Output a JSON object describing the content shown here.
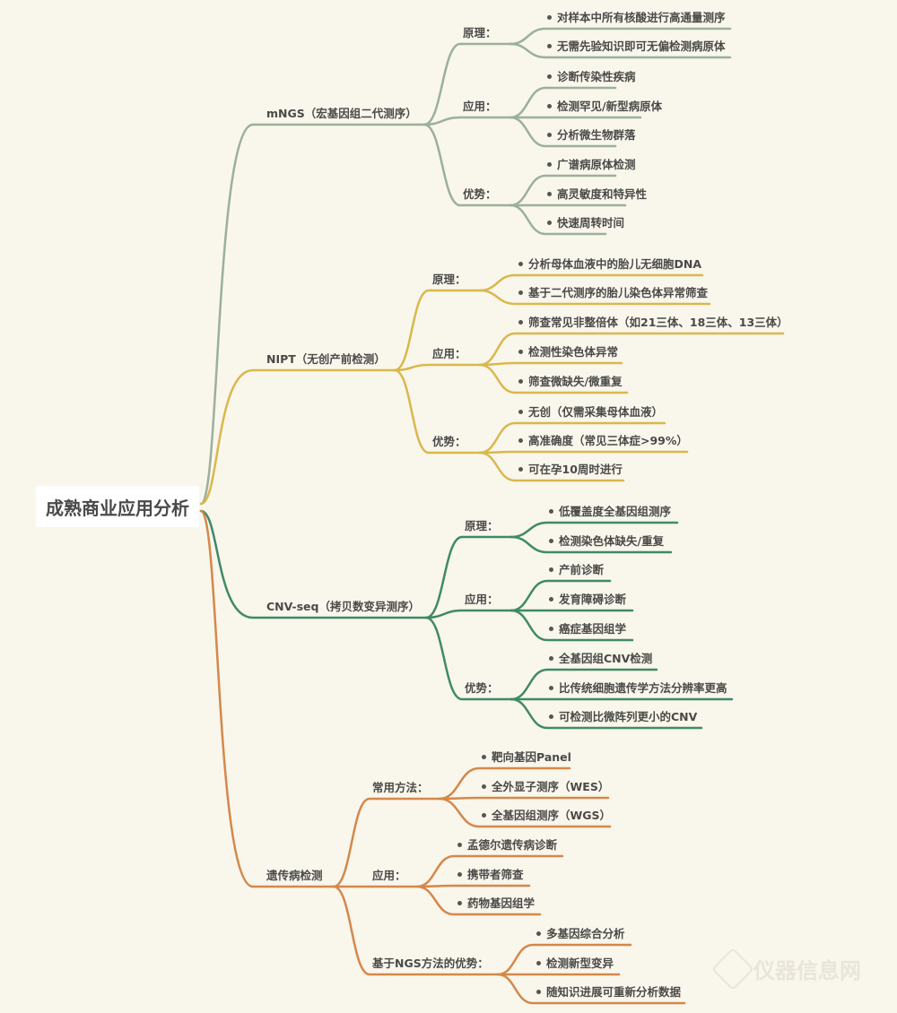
{
  "root": "成熟商业应用分析",
  "colors": {
    "mngs": "#9bb09a",
    "nipt": "#d9b84c",
    "cnv": "#3f8a66",
    "genetic": "#d4884a",
    "background": "#f9f6ec"
  },
  "branches": [
    {
      "label": "mNGS（宏基因组二代测序）",
      "subs": [
        {
          "label": "原理：",
          "leaves": [
            "对样本中所有核酸进行高通量测序",
            "无需先验知识即可无偏检测病原体"
          ]
        },
        {
          "label": "应用：",
          "leaves": [
            "诊断传染性疾病",
            "检测罕见/新型病原体",
            "分析微生物群落"
          ]
        },
        {
          "label": "优势：",
          "leaves": [
            "广谱病原体检测",
            "高灵敏度和特异性",
            "快速周转时间"
          ]
        }
      ]
    },
    {
      "label": "NIPT（无创产前检测）",
      "subs": [
        {
          "label": "原理：",
          "leaves": [
            "分析母体血液中的胎儿无细胞DNA",
            "基于二代测序的胎儿染色体异常筛查"
          ]
        },
        {
          "label": "应用：",
          "leaves": [
            "筛查常见非整倍体（如21三体、18三体、13三体）",
            "检测性染色体异常",
            "筛查微缺失/微重复"
          ]
        },
        {
          "label": "优势：",
          "leaves": [
            "无创（仅需采集母体血液）",
            "高准确度（常见三体症>99%）",
            "可在孕10周时进行"
          ]
        }
      ]
    },
    {
      "label": "CNV-seq（拷贝数变异测序）",
      "subs": [
        {
          "label": "原理：",
          "leaves": [
            "低覆盖度全基因组测序",
            "检测染色体缺失/重复"
          ]
        },
        {
          "label": "应用：",
          "leaves": [
            "产前诊断",
            "发育障碍诊断",
            "癌症基因组学"
          ]
        },
        {
          "label": "优势：",
          "leaves": [
            "全基因组CNV检测",
            "比传统细胞遗传学方法分辨率更高",
            "可检测比微阵列更小的CNV"
          ]
        }
      ]
    },
    {
      "label": "遗传病检测",
      "subs": [
        {
          "label": "常用方法：",
          "leaves": [
            "靶向基因Panel",
            "全外显子测序（WES）",
            "全基因组测序（WGS）"
          ]
        },
        {
          "label": "应用：",
          "leaves": [
            "孟德尔遗传病诊断",
            "携带者筛查",
            "药物基因组学"
          ]
        },
        {
          "label": "基于NGS方法的优势：",
          "leaves": [
            "多基因综合分析",
            "检测新型变异",
            "随知识进展可重新分析数据"
          ]
        }
      ]
    }
  ],
  "watermark": "仪器信息网"
}
